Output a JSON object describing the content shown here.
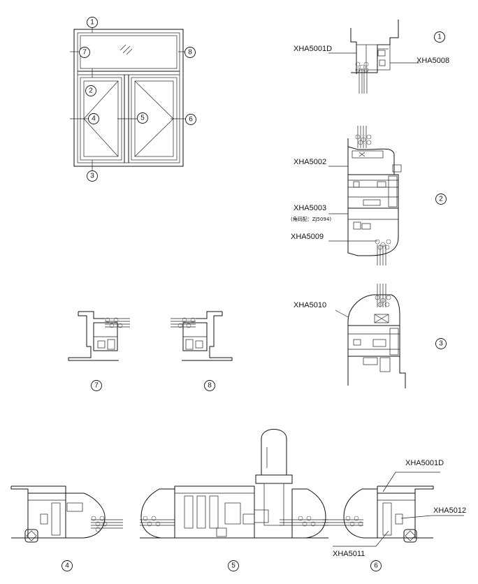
{
  "elevation": {
    "callouts": [
      "1",
      "2",
      "3",
      "4",
      "5",
      "6",
      "7",
      "8"
    ]
  },
  "section_numbers": {
    "s1": "1",
    "s2": "2",
    "s3": "3",
    "s4": "4",
    "s5": "5",
    "s6": "6",
    "s7": "7",
    "s8": "8"
  },
  "profile_labels": {
    "xha5001d_top": "XHA5001D",
    "xha5008": "XHA5008",
    "xha5002": "XHA5002",
    "xha5003": "XHA5003",
    "xha5003_note": "(角码配：ZJ5094)",
    "xha5009": "XHA5009",
    "xha5010": "XHA5010",
    "xha5001d_bottom": "XHA5001D",
    "xha5012": "XHA5012",
    "xha5011": "XHA5011"
  }
}
